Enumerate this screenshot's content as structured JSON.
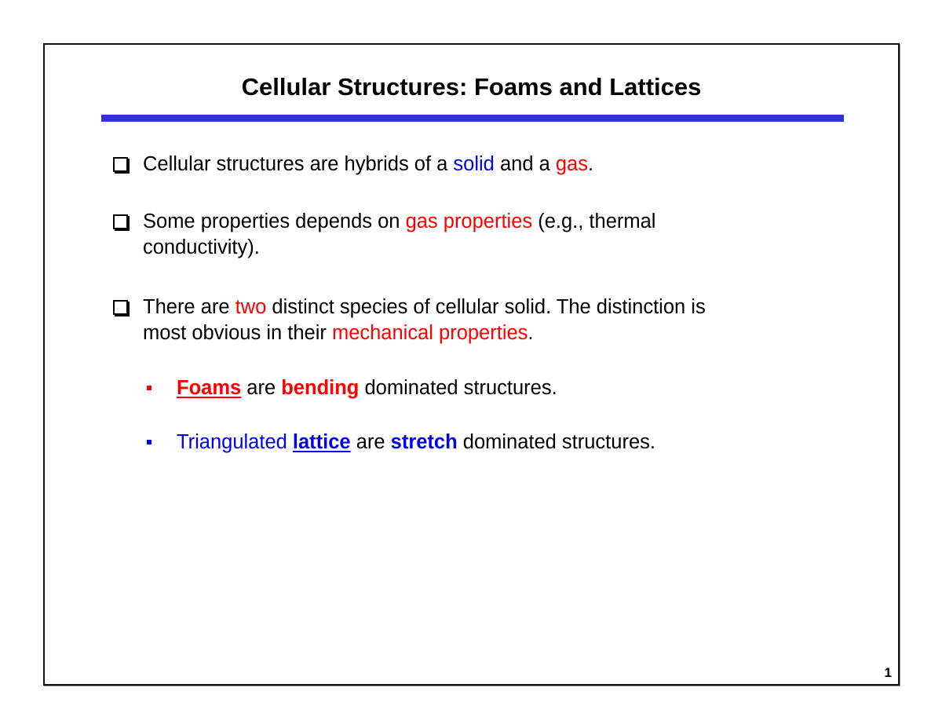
{
  "slide": {
    "title": "Cellular Structures: Foams and Lattices",
    "accent_color": "#3333cc",
    "page_number": "1",
    "bullets": [
      {
        "lines": [
          [
            {
              "text": "Cellular structures are hybrids of a ",
              "color": "black"
            },
            {
              "text": "solid",
              "color": "blue"
            },
            {
              "text": " and a ",
              "color": "black"
            },
            {
              "text": "gas",
              "color": "red"
            },
            {
              "text": ".",
              "color": "black"
            }
          ]
        ]
      },
      {
        "lines": [
          [
            {
              "text": "Some properties depends on ",
              "color": "black"
            },
            {
              "text": "gas properties",
              "color": "red"
            },
            {
              "text": " (e.g., thermal",
              "color": "black"
            }
          ],
          [
            {
              "text": "conductivity).",
              "color": "black"
            }
          ]
        ]
      },
      {
        "lines": [
          [
            {
              "text": "There are ",
              "color": "black"
            },
            {
              "text": "two",
              "color": "red"
            },
            {
              "text": " distinct species of cellular solid. The distinction is",
              "color": "black"
            }
          ],
          [
            {
              "text": "most obvious in their ",
              "color": "black"
            },
            {
              "text": "mechanical properties",
              "color": "red"
            },
            {
              "text": ".",
              "color": "black"
            }
          ]
        ]
      }
    ],
    "sub_bullets": [
      {
        "marker_color": "#ff0000",
        "parts": [
          {
            "text": "Foams",
            "color": "red",
            "bold": true,
            "underline": true
          },
          {
            "text": " are ",
            "color": "black"
          },
          {
            "text": "bending",
            "color": "red",
            "bold": true
          },
          {
            "text": " dominated structures.",
            "color": "black"
          }
        ]
      },
      {
        "marker_color": "#0000ee",
        "parts": [
          {
            "text": "Triangulated ",
            "color": "blue"
          },
          {
            "text": "lattice",
            "color": "blue",
            "bold": true,
            "underline": true
          },
          {
            "text": " are ",
            "color": "black"
          },
          {
            "text": "stretch",
            "color": "blue",
            "bold": true
          },
          {
            "text": " dominated structures.",
            "color": "black"
          }
        ]
      }
    ]
  }
}
